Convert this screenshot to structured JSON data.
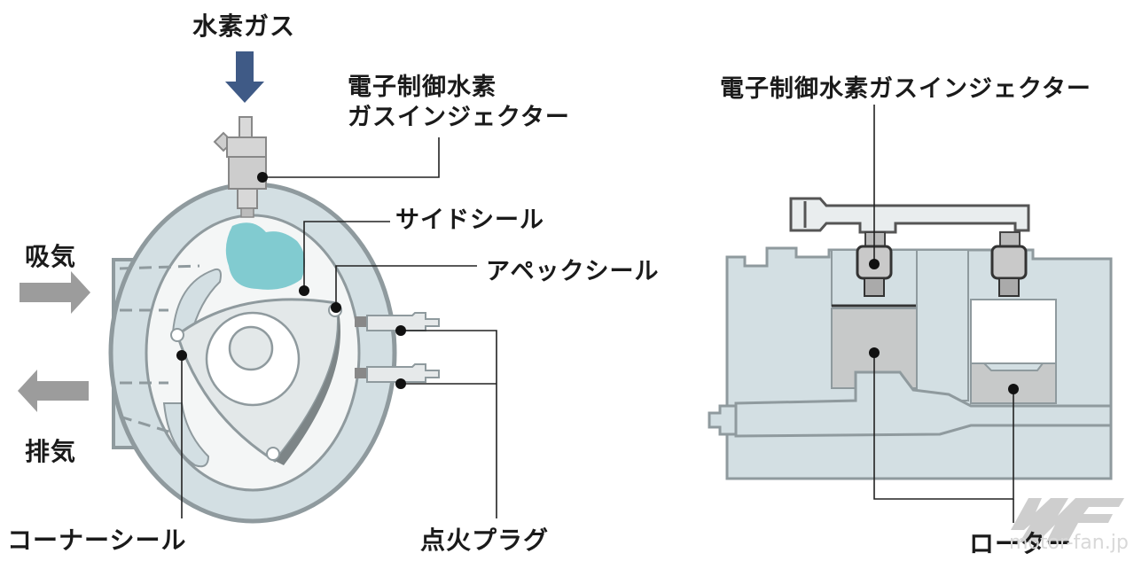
{
  "labels": {
    "hydrogen_gas": "水素ガス",
    "injector_left": "電子制御水素\nガスインジェクター",
    "injector_left_line1": "電子制御水素",
    "injector_left_line2": "ガスインジェクター",
    "injector_right": "電子制御水素ガスインジェクター",
    "side_seal": "サイドシール",
    "apex_seal": "アペックシール",
    "intake": "吸気",
    "exhaust": "排気",
    "corner_seal": "コーナーシール",
    "spark_plug": "点火プラグ",
    "rotor": "ローター"
  },
  "watermark": {
    "logo": "MF",
    "text": "motor-fan.jp"
  },
  "colors": {
    "housing": "#d3dfe3",
    "housing_outline": "#8f9a9e",
    "hydrogen_cloud": "#6cc3c9",
    "arrow_blue": "#3f5a86",
    "arrow_gray": "#9c9c9c",
    "rotor_gray": "#c7c9c9",
    "leader": "#222222",
    "watermark": "#c9c9c9"
  }
}
